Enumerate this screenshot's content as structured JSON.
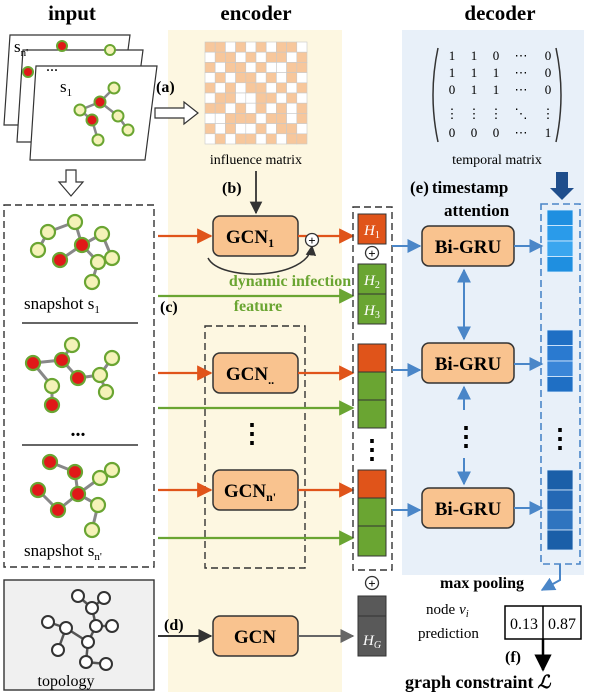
{
  "headers": {
    "input": "input",
    "encoder": "encoder",
    "decoder": "decoder"
  },
  "input": {
    "stack_labels": [
      "s",
      "n'",
      "...",
      "s",
      "1"
    ],
    "snapshot_1": {
      "prefix": "snapshot s",
      "sub": "1"
    },
    "snapshot_n": {
      "prefix": "snapshot s",
      "sub": "n'"
    },
    "ellipsis": "...",
    "topology": "topology"
  },
  "encoder": {
    "influence_label": "influence matrix",
    "step_a": "(a)",
    "step_b": "(b)",
    "step_c": "(c)",
    "step_d": "(d)",
    "gcn1": {
      "base": "GCN",
      "sub": "1"
    },
    "gcn_mid": {
      "base": "GCN",
      "sub": ".."
    },
    "gcn_n": {
      "base": "GCN",
      "sub": "n'"
    },
    "gcn": "GCN",
    "dyn_line1": "dynamic infection",
    "dyn_line2": "feature",
    "plus": "⊕"
  },
  "features": {
    "h1": {
      "base": "H",
      "sub": "1"
    },
    "h2": {
      "base": "H",
      "sub": "2"
    },
    "h3": {
      "base": "H",
      "sub": "3"
    },
    "hg": {
      "base": "H",
      "sub": "G"
    },
    "plus": "⊕",
    "vdots": "⋮"
  },
  "decoder": {
    "temporal_label": "temporal matrix",
    "matrix_rows": [
      [
        "1",
        "1",
        "0",
        "⋯",
        "0"
      ],
      [
        "1",
        "1",
        "1",
        "⋯",
        "0"
      ],
      [
        "0",
        "1",
        "1",
        "⋯",
        "0"
      ],
      [
        "⋮",
        "⋮",
        "⋮",
        "⋱",
        "⋮"
      ],
      [
        "0",
        "0",
        "0",
        "⋯",
        "1"
      ]
    ],
    "step_e": "(e)",
    "timestamp_1": "timestamp",
    "timestamp_2": "attention",
    "bigru": "Bi-GRU",
    "max_pooling": "max pooling",
    "node_prefix": "node",
    "node_var": "v",
    "node_sub": "i",
    "prediction": "prediction",
    "pred_values": [
      "0.13",
      "0.87"
    ],
    "step_f": "(f)",
    "graph_constraint": "graph constraint",
    "loss_symbol": "ℒ"
  },
  "colors": {
    "orange": "#e0541a",
    "green": "#6aa532",
    "node_red": "#e01818",
    "node_yellow": "#f5f2b8",
    "gcn_fill": "#f9c38f",
    "encoder_bg": "#fdf7e1",
    "decoder_bg": "#e8f0f9",
    "blue": "#4a86c8",
    "grey_feature": "#595959"
  }
}
